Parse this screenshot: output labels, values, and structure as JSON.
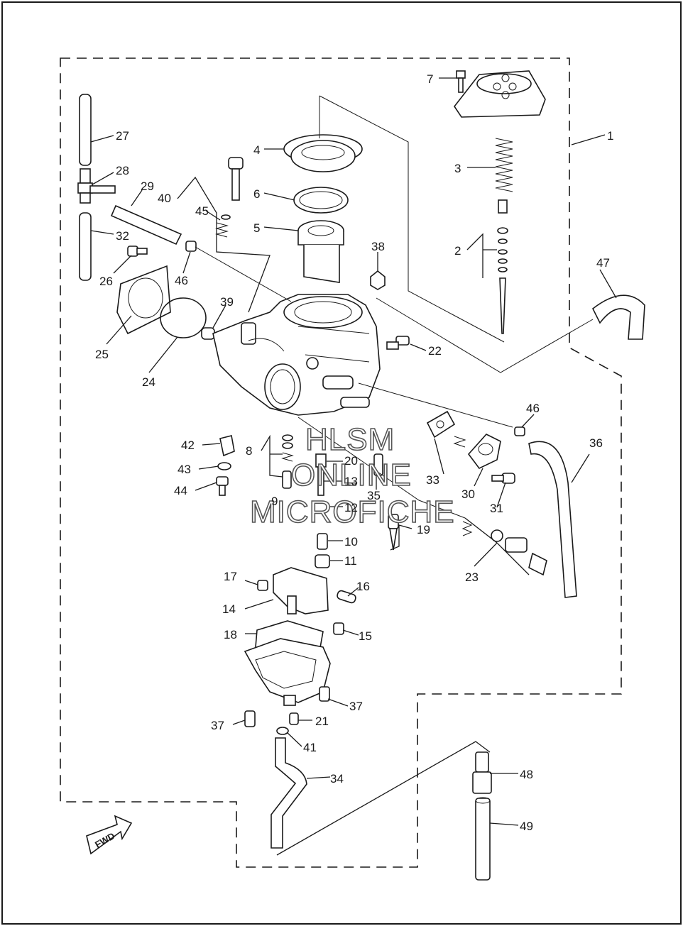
{
  "diagram": {
    "callouts": {
      "c1": "1",
      "c2": "2",
      "c3": "3",
      "c4": "4",
      "c5": "5",
      "c6": "6",
      "c7": "7",
      "c8": "8",
      "c9": "9",
      "c10": "10",
      "c11": "11",
      "c12": "12",
      "c13": "13",
      "c14": "14",
      "c15": "15",
      "c16": "16",
      "c17": "17",
      "c18": "18",
      "c19": "19",
      "c20": "20",
      "c21": "21",
      "c22": "22",
      "c23": "23",
      "c24": "24",
      "c25": "25",
      "c26": "26",
      "c27": "27",
      "c28": "28",
      "c29": "29",
      "c30": "30",
      "c31": "31",
      "c32": "32",
      "c33": "33",
      "c34": "34",
      "c35": "35",
      "c36": "36",
      "c37a": "37",
      "c37b": "37",
      "c38": "38",
      "c39": "39",
      "c40": "40",
      "c41": "41",
      "c42": "42",
      "c43": "43",
      "c44": "44",
      "c45": "45",
      "c46a": "46",
      "c46b": "46",
      "c47": "47",
      "c48": "48",
      "c49": "49"
    },
    "fwd_label": "FWD",
    "watermark": {
      "line1": "HLSM",
      "line2": "ONLINE",
      "line3": "MICROFICHE"
    }
  }
}
